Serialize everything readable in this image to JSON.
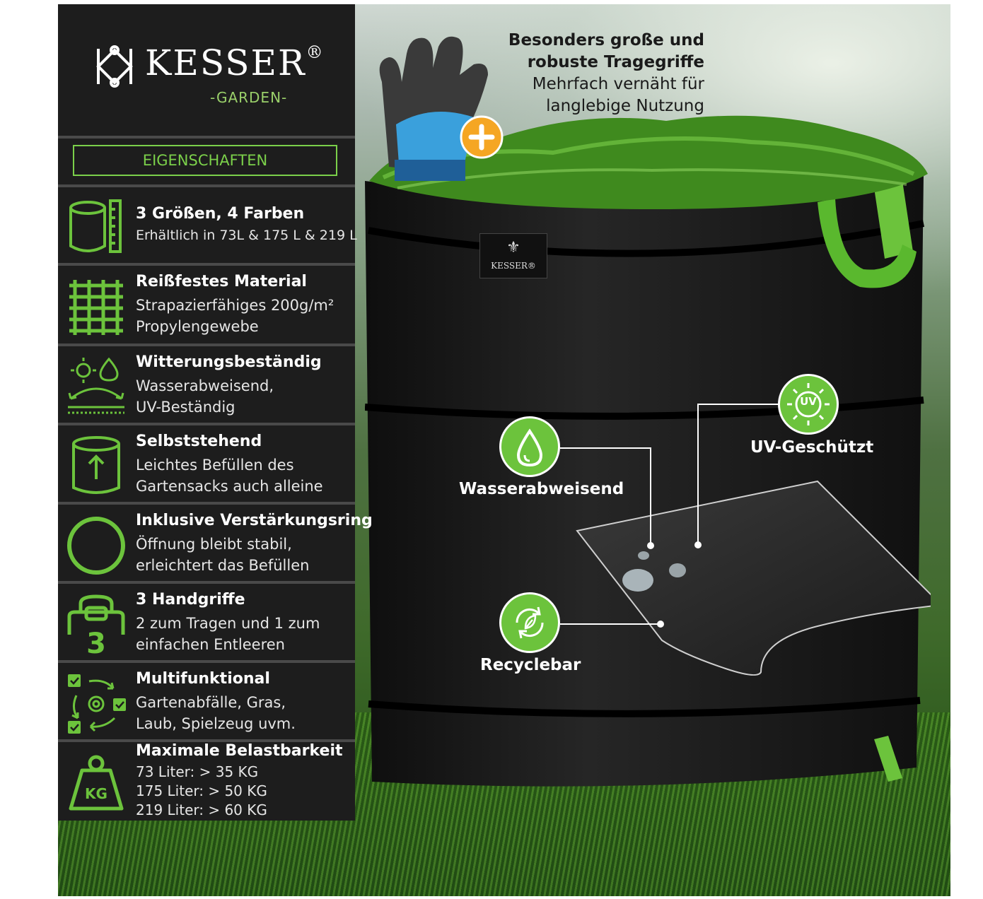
{
  "brand": {
    "name": "KESSER",
    "registered": "®",
    "sub": "-GARDEN-",
    "bag_label": "KESSER®"
  },
  "panel": {
    "section_title": "EIGENSCHAFTEN",
    "features": [
      {
        "icon": "cylinder-size-icon",
        "title": "3 Größen, 4 Farben",
        "lines": [
          "Erhältlich in 73L & 175 L & 219 L"
        ]
      },
      {
        "icon": "woven-fabric-icon",
        "title": "Reißfestes Material",
        "lines": [
          "Strapazierfähiges 200g/m²",
          "Propylengewebe"
        ]
      },
      {
        "icon": "weather-icon",
        "title": "Witterungsbeständig",
        "lines": [
          "Wasserabweisend,",
          "UV-Beständig"
        ]
      },
      {
        "icon": "self-standing-icon",
        "title": "Selbststehend",
        "lines": [
          "Leichtes Befüllen des",
          "Gartensacks auch alleine"
        ]
      },
      {
        "icon": "ring-icon",
        "title": "Inklusive Verstärkungsring",
        "lines": [
          "Öffnung bleibt stabil,",
          "erleichtert das Befüllen"
        ]
      },
      {
        "icon": "handles-icon",
        "title": "3 Handgriffe",
        "lines": [
          "2 zum Tragen und 1 zum",
          "einfachen Entleeren"
        ]
      },
      {
        "icon": "multifunction-icon",
        "title": "Multifunktional",
        "lines": [
          "Gartenabfälle, Gras,",
          "Laub, Spielzeug uvm."
        ]
      },
      {
        "icon": "weight-icon",
        "title": "Maximale Belastbarkeit",
        "lines": [
          "73 Liter: > 35 KG",
          "175 Liter: > 50 KG",
          "219 Liter: > 60 KG"
        ]
      }
    ],
    "handles_number": "3",
    "weight_label": "KG"
  },
  "top_callout": {
    "bold_lines": [
      "Besonders große und",
      "robuste Tragegriffe"
    ],
    "lines": [
      "Mehrfach vernäht für",
      "langlebige Nutzung"
    ]
  },
  "callouts": {
    "water": "Wasserabweisend",
    "uv": "UV-Geschützt",
    "uv_badge": "UV",
    "recycle": "Recyclebar"
  },
  "colors": {
    "accent": "#6cc33c",
    "panel": "#1d1d1d",
    "bag": "#181818"
  }
}
